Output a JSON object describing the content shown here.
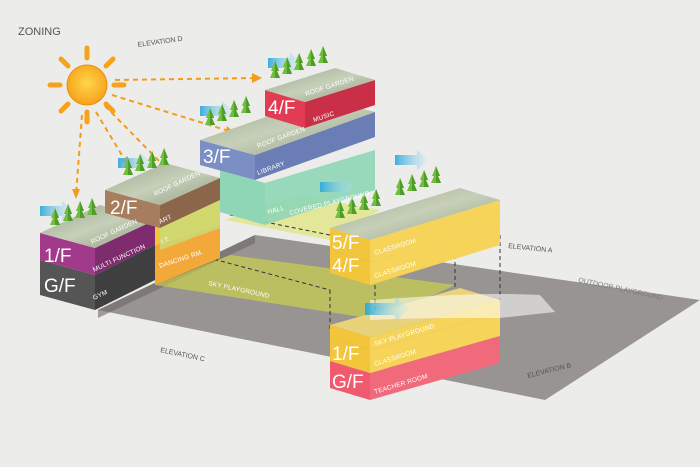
{
  "title": "ZONING",
  "elevations": {
    "a": "ELEVATION A",
    "b": "ELEVATION B",
    "c": "ELEVATION C",
    "d": "ELEVATION D"
  },
  "outdoor": "OUTDOOR PLAYGROUND",
  "sky_playground": "SKY PLAYGROUND",
  "covered_playground": "COVERED PLAYGROUND",
  "hall": "HALL",
  "left_building": {
    "gf": {
      "floor": "G/F",
      "room": "GYM",
      "color": "#555555"
    },
    "f1": {
      "floor": "1/F",
      "room": "MULTI FUNCTION",
      "color": "#a23a8c"
    },
    "f1_roof": "ROOF GARDEN",
    "f1_side": "DANCING RM.",
    "f2": {
      "floor": "2/F",
      "room": "ART",
      "side": "I.T.",
      "color": "#a67d5e"
    },
    "f2_roof": "ROOF GARDEN",
    "f3": {
      "floor": "3/F",
      "room": "LIBRARY",
      "color": "#7b8fc5"
    },
    "f3_roof": "ROOF GARDEN",
    "f4": {
      "floor": "4/F",
      "room": "MUSIC",
      "color": "#e23c55"
    },
    "f4_roof": "ROOF GARDEN"
  },
  "right_building": {
    "f5": {
      "floor": "5/F",
      "room": "CLASSROOM",
      "color": "#f3c53a"
    },
    "f4": {
      "floor": "4/F",
      "room": "CLASSROOM",
      "color": "#f3c53a"
    },
    "f2": {
      "room": "SKY PLAYGROUND",
      "color": "#f3c53a"
    },
    "f1": {
      "floor": "1/F",
      "room": "CLASSROOM",
      "color": "#f3c53a"
    },
    "gf": {
      "floor": "G/F",
      "room": "TEACHER ROOM",
      "color": "#ef5a6e"
    }
  }
}
